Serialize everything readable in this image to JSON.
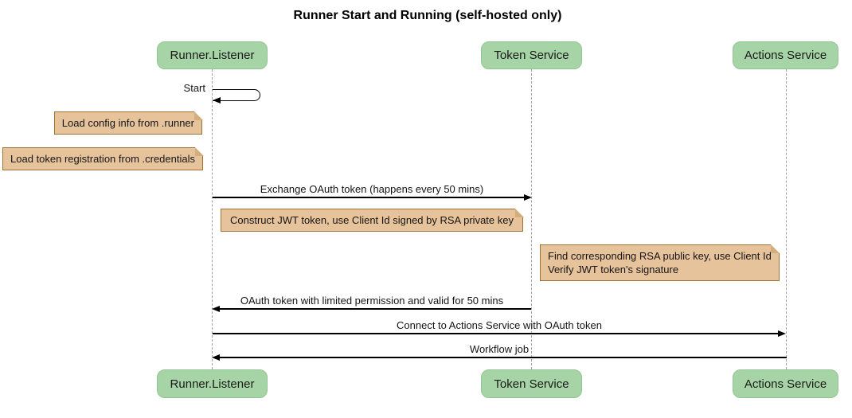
{
  "title": "Runner Start and Running (self-hosted only)",
  "colors": {
    "participant_fill": "#a7d4a7",
    "participant_border": "#90c490",
    "note_fill": "#e7c39c",
    "note_border": "#9e7434",
    "note_fold": "#d4ad7c",
    "lifeline": "#a0a0a0",
    "arrow": "#000000",
    "text": "#151515"
  },
  "participants": [
    {
      "id": "runner-listener",
      "label": "Runner.Listener"
    },
    {
      "id": "token-service",
      "label": "Token Service"
    },
    {
      "id": "actions-service",
      "label": "Actions Service"
    }
  ],
  "messages": [
    {
      "type": "self",
      "from": "runner-listener",
      "to": "runner-listener",
      "label": "Start"
    },
    {
      "type": "arrow",
      "from": "runner-listener",
      "to": "token-service",
      "label": "Exchange OAuth token (happens every 50 mins)"
    },
    {
      "type": "arrow",
      "from": "token-service",
      "to": "runner-listener",
      "label": "OAuth token with limited permission and valid for 50 mins"
    },
    {
      "type": "arrow",
      "from": "runner-listener",
      "to": "actions-service",
      "label": "Connect to Actions Service with OAuth token"
    },
    {
      "type": "arrow",
      "from": "actions-service",
      "to": "runner-listener",
      "label": "Workflow job"
    }
  ],
  "notes": [
    {
      "position": "left of Runner.Listener",
      "text": "Load config info from .runner"
    },
    {
      "position": "left of Runner.Listener",
      "text": "Load token registration from .credentials"
    },
    {
      "position": "over Runner.Listener and Token Service",
      "text": "Construct JWT token, use Client Id signed by RSA private key"
    },
    {
      "position": "over Token Service and Actions Service",
      "lines": [
        "Find corresponding RSA public key, use Client Id",
        "Verify JWT token's signature"
      ]
    }
  ]
}
